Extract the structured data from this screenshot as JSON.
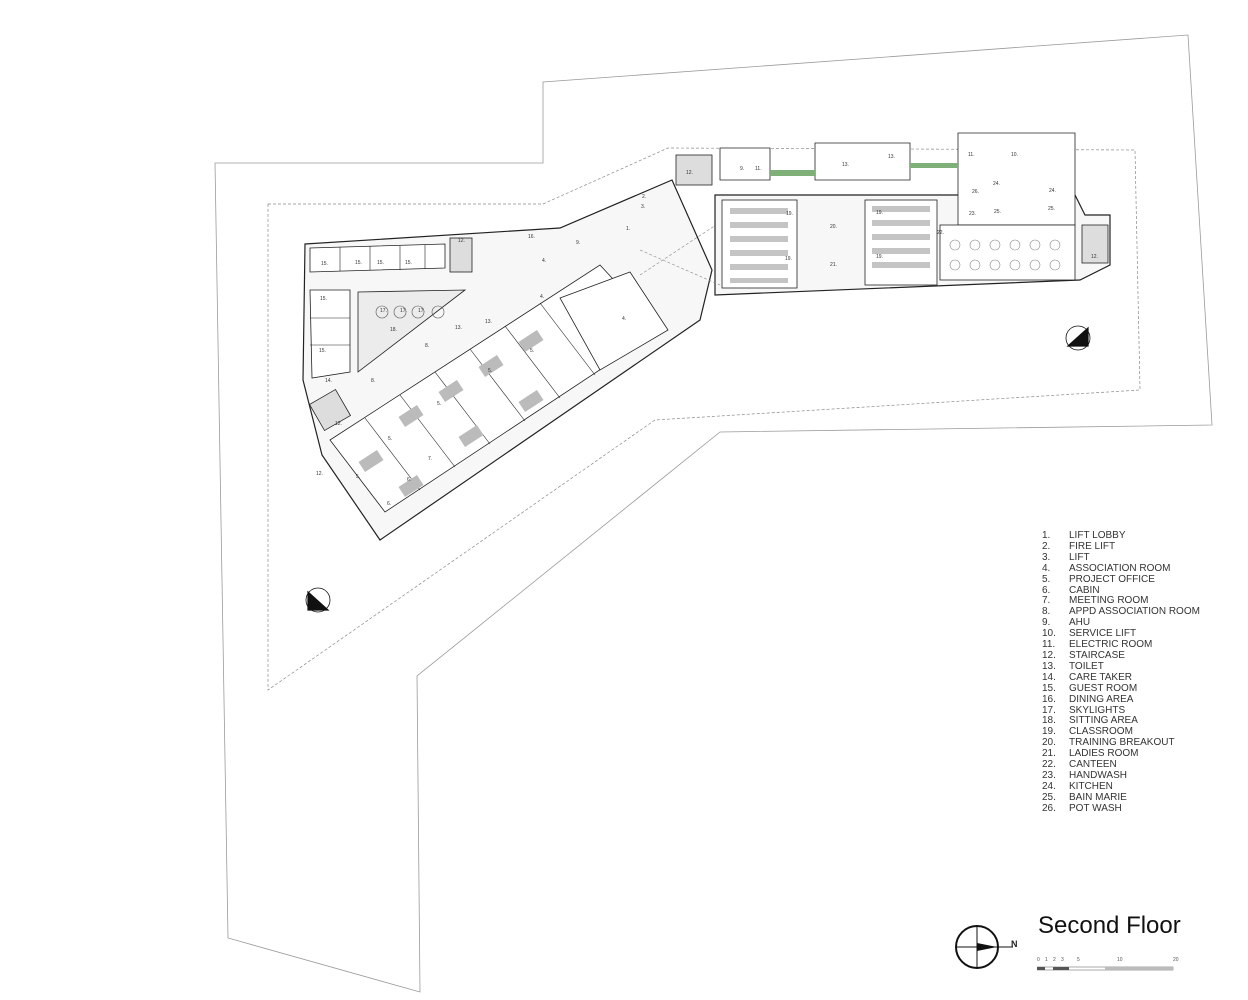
{
  "title": "Second Floor",
  "north_label": "N",
  "scale_ticks": [
    "0",
    "1",
    "2",
    "3",
    "5",
    "10",
    "20"
  ],
  "legend": [
    {
      "num": "1.",
      "label": "LIFT LOBBY"
    },
    {
      "num": "2.",
      "label": "FIRE LIFT"
    },
    {
      "num": "3.",
      "label": "LIFT"
    },
    {
      "num": "4.",
      "label": "ASSOCIATION ROOM"
    },
    {
      "num": "5.",
      "label": "PROJECT OFFICE"
    },
    {
      "num": "6.",
      "label": "CABIN"
    },
    {
      "num": "7.",
      "label": "MEETING ROOM"
    },
    {
      "num": "8.",
      "label": "APPD ASSOCIATION ROOM"
    },
    {
      "num": "9.",
      "label": "AHU"
    },
    {
      "num": "10.",
      "label": "SERVICE LIFT"
    },
    {
      "num": "11.",
      "label": "ELECTRIC ROOM"
    },
    {
      "num": "12.",
      "label": "STAIRCASE"
    },
    {
      "num": "13.",
      "label": "TOILET"
    },
    {
      "num": "14.",
      "label": "CARE TAKER"
    },
    {
      "num": "15.",
      "label": "GUEST ROOM"
    },
    {
      "num": "16.",
      "label": "DINING AREA"
    },
    {
      "num": "17.",
      "label": "SKYLIGHTS"
    },
    {
      "num": "18.",
      "label": "SITTING AREA"
    },
    {
      "num": "19.",
      "label": "CLASSROOM"
    },
    {
      "num": "20.",
      "label": "TRAINING BREAKOUT"
    },
    {
      "num": "21.",
      "label": "LADIES ROOM"
    },
    {
      "num": "22.",
      "label": "CANTEEN"
    },
    {
      "num": "23.",
      "label": "HANDWASH"
    },
    {
      "num": "24.",
      "label": "KITCHEN"
    },
    {
      "num": "25.",
      "label": "BAIN MARIE"
    },
    {
      "num": "26.",
      "label": "POT WASH"
    }
  ],
  "room_labels": [
    "1",
    "2",
    "3",
    "4",
    "4",
    "4",
    "5",
    "5",
    "5",
    "5",
    "5",
    "6",
    "6",
    "7",
    "8",
    "8",
    "9",
    "9",
    "10",
    "11",
    "11",
    "12",
    "12",
    "12",
    "12",
    "12",
    "13",
    "13",
    "13",
    "13",
    "14",
    "15",
    "15",
    "15",
    "15",
    "15",
    "15",
    "16",
    "17",
    "17",
    "17",
    "18",
    "19",
    "19",
    "19",
    "19",
    "20",
    "21",
    "22",
    "23",
    "24",
    "24",
    "25",
    "25",
    "26"
  ]
}
